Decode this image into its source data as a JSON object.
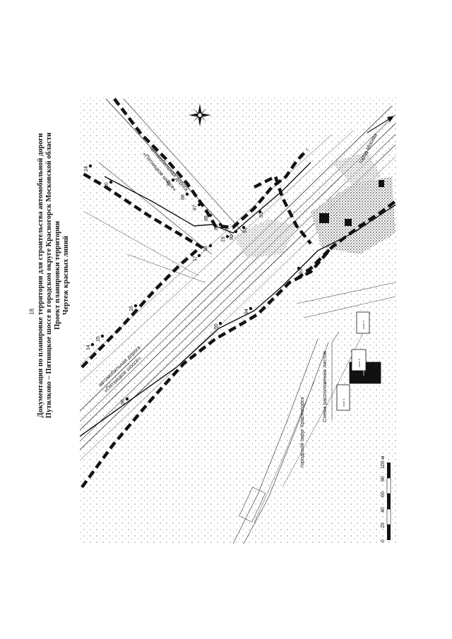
{
  "page_number": "18",
  "title": {
    "line1": "Документация по планировке территории для строительства автомобильной дороги",
    "line2": "Путилково – Пятницкое шоссе в городском округе Красногорск Московской области",
    "line3": "Проект планировки территории",
    "line4": "Чертеж красных линий"
  },
  "map": {
    "direction_label": "город Москва",
    "district_label": "городской округ Красногорск",
    "road_label_1a": "автомобильная дорога",
    "road_label_1b": "«Пятницкое шоссе»",
    "road_label_2a": "автомобильная дорога",
    "road_label_2b": "«Пятницкое шоссе»",
    "point_labels": [
      "14",
      "15",
      "16",
      "17",
      "18",
      "19",
      "20",
      "24",
      "85",
      "86",
      "87",
      "88",
      "89",
      "90",
      "91",
      "92",
      "93",
      "94",
      "95",
      "96"
    ],
    "north_arrow": "compass-rose"
  },
  "sheet_scheme": {
    "title": "Схема расположения листов",
    "sheets": [
      "лист 1",
      "лист 2",
      "лист 3",
      "лист 4"
    ]
  },
  "scale_bar": {
    "ticks": [
      "0",
      "20",
      "40",
      "60",
      "80",
      "100 м"
    ]
  },
  "colors": {
    "line": "#111111",
    "paper": "#ffffff",
    "highlight": "#111111"
  }
}
